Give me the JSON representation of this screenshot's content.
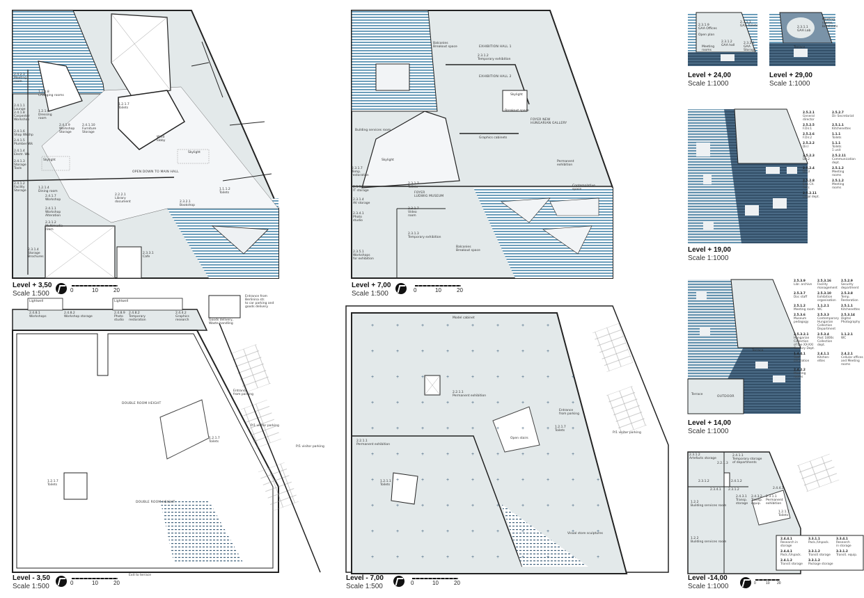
{
  "colors": {
    "floor": "#e3e9ea",
    "stripe_light": "#5c93b3",
    "stripe_dark": "#34526c",
    "wall": "#222222",
    "grid_cross": "#3d5f7a"
  },
  "plans": [
    {
      "id": "l350",
      "level": "Level + 3,50",
      "scale": "Scale 1:500",
      "scale_ticks": [
        "0",
        "10",
        "20"
      ],
      "labels": [
        "2.4.2.3\nMeeting\nroom",
        "1.2.1.8\nChanging rooms",
        "2.4.1.1\nLounge",
        "2.4.1.8\nCarpenter\nWorkshop",
        "2.4.1.6\nShop Wkshp",
        "2.4.1.5\nPlumber Wk",
        "2.4.1.4\nElectr. Wk",
        "2.4.1.3\nStorage\nTools",
        "1.2.1.6\nDressing\nroom",
        "2.4.1.9\nWorkshop\nStorage",
        "2.4.1.10\nFurniture\nStorage",
        "2.4.1.2\nFacility\nStorage",
        "1.2.1.4\nDining room",
        "2.4.1.7\nWorkshop",
        "2.4.1.1\nWorkshop\nAlteration",
        "2.2.2.1\nLibrary\ndocument",
        "2.3.1.2\nMultimedia\nroom",
        "2.3.1.4\nStorage\nBrochures",
        "2.3.3.1\nCafe",
        "2.3.2.1\nBookshop",
        "Wind\nlobby",
        "Skylight",
        "Skylight",
        "OPEN DOWN TO MAIN HALL",
        "1.2.1.7\nToilets",
        "1.1.1.2\nToilets"
      ]
    },
    {
      "id": "l700",
      "level": "Level + 7,00",
      "scale": "Scale 1:500",
      "scale_ticks": [
        "0",
        "10",
        "20"
      ],
      "labels": [
        "Balconies\nBreakout space",
        "EXHIBITION HALL 1",
        "2.3.1.2\nTemporary exhibition",
        "EXHIBITION HALL 2",
        "Skylight",
        "Breakout space",
        "FOYER NEW\nHUNGARIAN GALLERY",
        "Graphics cabinets",
        "Building services room",
        "Skylight",
        "2.3.1.7\nTemp.\nrestoration",
        "2.3.1.5\nIT storage",
        "2.3.1.4\nAV storage",
        "2.3.4.1\nPhoto\nstudio",
        "2.3.1.7\nToilets",
        "FOYER\nLUDWIG MUSEUM",
        "2.3.1.7\nVideo\nroom",
        "2.3.1.3\nTemporary exhibition",
        "2.3.5.1\nWorkshops\nfor exhibition",
        "Balconies\nBreakout space",
        "Permanent\nexhibition",
        "Contemplative\nspace"
      ]
    },
    {
      "id": "lm350",
      "level": "Level - 3,50",
      "scale": "Scale 1:500",
      "scale_ticks": [
        "0",
        "10",
        "20"
      ],
      "labels": [
        "Lightwell",
        "2.4.8.1\nWorkshops",
        "2.4.8.2\nWorkshop storage",
        "Lightwell",
        "2.4.8.9\nPhoto\nstudio",
        "2.4.8.2\nTemporary\nrestoration",
        "2.4.4.2\nGraphics\nresearch",
        "Goods delivery,\nWaste handling",
        "Entrance from\nBerlinina str.\nto car parking and\ngoods delivery",
        "DOUBLE ROOM HEIGHT",
        "1.2.1.7\nToilets",
        "1.2.1.7\nToilets",
        "DOUBLE ROOM HEIGHT",
        "Exit to terrace",
        "P/1 visitor parking",
        "P/1 visitor parking",
        "Entrance\nfrom parking"
      ]
    },
    {
      "id": "lm700",
      "level": "Level - 7,00",
      "scale": "Scale 1:500",
      "scale_ticks": [
        "0",
        "10",
        "20"
      ],
      "labels": [
        "Model cabinet",
        "2.2.1.1\nPermanent exhibition",
        "2.2.1.1\nPermanent exhibition",
        "Open stairs",
        "1.2.1.7\nToilets",
        "1.2.1.1\nToilets",
        "Entrance\nfrom parking",
        "Visual store sculptures",
        "P/1 visitor parking"
      ]
    },
    {
      "id": "l2400",
      "level": "Level + 24,00",
      "scale": "Scale 1:1000",
      "labels": [
        "2.3.1.9\nGAA Offices",
        "2.3.1.1\nGAA Toilets",
        "Open plan",
        "Meeting\nrooms",
        "2.3.1.2\nGAA hall",
        "2.3.2.1\nGAA\nStorage"
      ]
    },
    {
      "id": "l2900",
      "level": "Level + 29,00",
      "scale": "Scale 1:1000",
      "labels": [
        "2.3.1.1\nGAA Lab",
        "Meeting\nrooms,\nbreakouts",
        "Terrace"
      ]
    },
    {
      "id": "l1900",
      "level": "Level + 19,00",
      "scale": "Scale 1:1000",
      "labels": [],
      "legend": [
        [
          "2.5.2.1",
          "General\ndirector"
        ],
        [
          "2.5.2.7",
          "Dir Secretariat"
        ],
        [
          "2.5.2.5",
          "F.Dir.1"
        ],
        [
          "2.5.1.1",
          "Kitchenettes"
        ],
        [
          "2.5.2.6",
          "F.Dir.2"
        ],
        [
          "1.1.1",
          "Toilets"
        ],
        [
          "2.5.2.2",
          "Dir.I"
        ],
        [
          "1.1.1",
          "Toilets\n1 unit"
        ],
        [
          "2.5.2.3",
          "Dir.2"
        ],
        [
          "2.5.2.11",
          "Communication\ndept."
        ],
        [
          "2.5.2.4",
          "Dir.3"
        ],
        [
          "2.5.1.2",
          "Meeting\nrooms"
        ],
        [
          "2.5.2.8",
          "Exp.Cit.\nSecr."
        ],
        [
          "2.5.1.2",
          "Meeting\nrooms"
        ],
        [
          "2.5.2.11",
          "Legal dept."
        ]
      ]
    },
    {
      "id": "l1400",
      "level": "Level + 14,00",
      "scale": "Scale 1:1000",
      "labels": [
        "Terrace",
        "Terrace",
        "OUTDOOR"
      ],
      "legend": [
        [
          "2.5.3.9",
          "Libr. archive"
        ],
        [
          "2.5.3.16",
          "Facility\nmanagement"
        ],
        [
          "2.5.2.9",
          "Security\ndepartment"
        ],
        [
          "2.5.3.7",
          "Doc staff"
        ],
        [
          "2.5.3.10",
          "Exhibition\norganisation"
        ],
        [
          "2.5.3.8",
          "Temp.\nRestoration"
        ],
        [
          "2.5.1.2",
          "Meeting room"
        ],
        [
          "1.1.2.1",
          "WC"
        ],
        [
          "2.5.1.1",
          "Kitchenettes"
        ],
        [
          "2.5.3.6",
          "Museum\npedagogy"
        ],
        [
          "2.5.3.3",
          "Contemporary\nHungarian\nCollection\nDepartment"
        ],
        [
          "2.5.3.14",
          "Digital\nPhotography"
        ],
        [
          "2.5.3.2.1",
          "Hungarian\nCollection\nof the XX-XXI\nCentury Dept."
        ],
        [
          "2.5.3.4",
          "Post 1800s\nCollection dept."
        ],
        [
          "1.1.2.1",
          "WC"
        ],
        [
          "1.4.4.1",
          "Staff circulation"
        ],
        [
          "2.4.1.1",
          "Kitchen-\nettes"
        ],
        [
          "2.4.2.1",
          "Cellular offices\nand Meeting rooms"
        ],
        [
          "2.4.2.2",
          "Meeting\nrooms"
        ]
      ]
    },
    {
      "id": "lm1400",
      "level": "Level -14,00",
      "scale": "Scale 1:1000",
      "scale_ticks": [
        "0",
        "10",
        "20"
      ],
      "labels": [
        "2.3.1.2\nArtefacts storage",
        "2.4.1.1\nTemporary storage\nof departments",
        "2.2.1.3",
        "2.4.1.2",
        "2.3.1.2",
        "2.3.4.1",
        "2.3.1.2",
        "1.2.2\nBuilding services room",
        "2.4.3.1\nTransp.\nstorage",
        "2.4.3.2\nTransp.\nequip.",
        "2.3.1.1\nPermanent\nexhibition",
        "2.4.4.1",
        "1.2.1.7\nToilets",
        "1.2.2\nBuilding services room"
      ],
      "legend": [
        [
          "2.4.4.1",
          "Research in storage"
        ],
        [
          "3.3.1.1",
          "Pack./Unpack."
        ],
        [
          "3.3.4.1",
          "Research\nin storage"
        ],
        [
          "2.4.4.1",
          "Pack./Unpack."
        ],
        [
          "3.3.1.2",
          "Transit storage"
        ],
        [
          "3.3.1.2",
          "Transit. equip."
        ],
        [
          "2.4.1.2",
          "Transit storage"
        ],
        [
          "3.3.1.2",
          "Package storage"
        ]
      ]
    }
  ]
}
